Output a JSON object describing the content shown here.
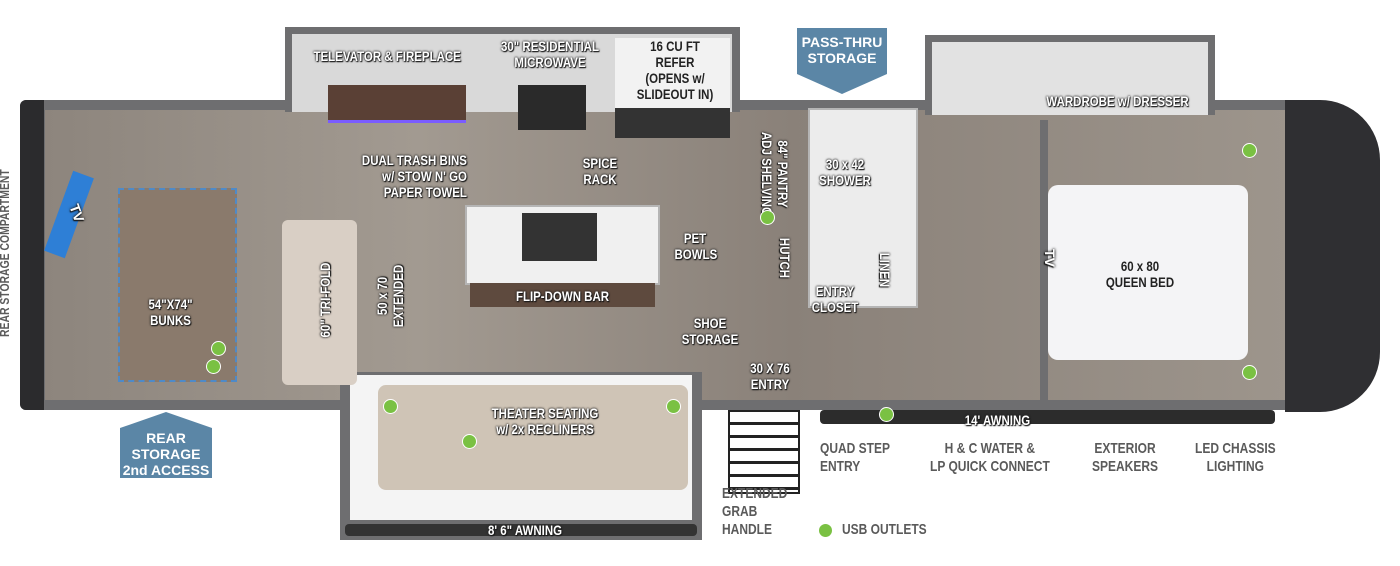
{
  "labels": {
    "televator": "TELEVATOR & FIREPLACE",
    "microwave": [
      "30\" RESIDENTIAL",
      "MICROWAVE"
    ],
    "refer": [
      "16 CU FT",
      "REFER",
      "(OPENS w/",
      "SLIDEOUT IN)"
    ],
    "pass_thru": [
      "PASS-THRU",
      "STORAGE"
    ],
    "wardrobe": "WARDROBE w/ DRESSER",
    "pantry": [
      "84\" PANTRY",
      "ADJ SHELVING"
    ],
    "shower": [
      "30 x 42",
      "SHOWER"
    ],
    "trash": [
      "DUAL TRASH BINS",
      "w/ STOW N' GO",
      "PAPER TOWEL"
    ],
    "spice": [
      "SPICE",
      "RACK"
    ],
    "pet_bowls": [
      "PET",
      "BOWLS"
    ],
    "hutch": "HUTCH",
    "linen": "LINEN",
    "entry_closet": [
      "ENTRY",
      "CLOSET"
    ],
    "tv_front": "TV",
    "queen_bed": [
      "60 x 80",
      "QUEEN BED"
    ],
    "tv_rear": "TV",
    "bunks": [
      "54\"X74\"",
      "BUNKS"
    ],
    "trifold": "60\" TRI-FOLD",
    "extended": [
      "50 x 70",
      "EXTENDED"
    ],
    "flip_bar": "FLIP-DOWN BAR",
    "shoe": [
      "SHOE",
      "STORAGE"
    ],
    "entry": [
      "30 X 76",
      "ENTRY"
    ],
    "rear_storage_compartment": "REAR STORAGE COMPARTMENT",
    "rear_storage_2nd": [
      "REAR",
      "STORAGE",
      "2nd ACCESS"
    ],
    "theater": [
      "THEATER SEATING",
      "w/ 2x RECLINERS"
    ],
    "awning_8": "8' 6\" AWNING",
    "awning_14": "14' AWNING",
    "quad_step": [
      "QUAD STEP",
      "ENTRY"
    ],
    "water": [
      "H & C WATER &",
      "LP QUICK CONNECT"
    ],
    "speakers": [
      "EXTERIOR",
      "SPEAKERS"
    ],
    "led": [
      "LED CHASSIS",
      "LIGHTING"
    ],
    "grab": [
      "EXTENDED",
      "GRAB",
      "HANDLE"
    ],
    "usb": "USB OUTLETS"
  },
  "colors": {
    "usb": "#7ac143",
    "callout": "#5b86a6"
  }
}
